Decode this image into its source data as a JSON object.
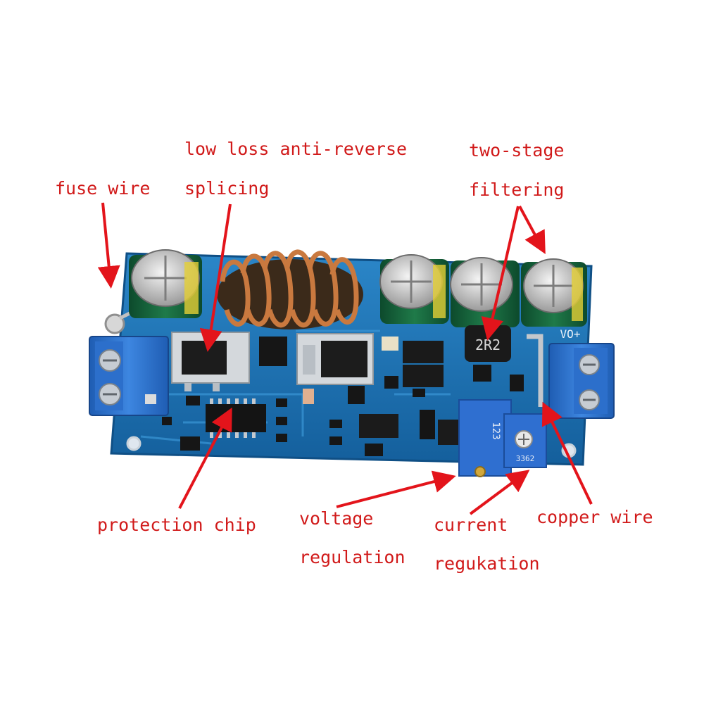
{
  "labels": {
    "fuse_wire": "fuse wire",
    "anti_reverse_1": "low loss anti-reverse",
    "anti_reverse_2": "splicing",
    "filtering_1": "two-stage",
    "filtering_2": "filtering",
    "protection_chip": "protection chip",
    "voltage_1": "voltage",
    "voltage_2": "regulation",
    "current_1": "current",
    "current_2": "regukation",
    "copper_wire": "copper wire"
  },
  "board_marks": {
    "inductor_code": "2R2",
    "output_label": "VO+",
    "trimmer_code": "123",
    "trimmer_code_2": "3362"
  },
  "colors": {
    "label_red": "#d11a1a",
    "arrow_red": "#e3141b",
    "pcb_blue": "#1d76b8",
    "terminal_blue": "#2a6fc9",
    "copper": "#c9793f"
  }
}
